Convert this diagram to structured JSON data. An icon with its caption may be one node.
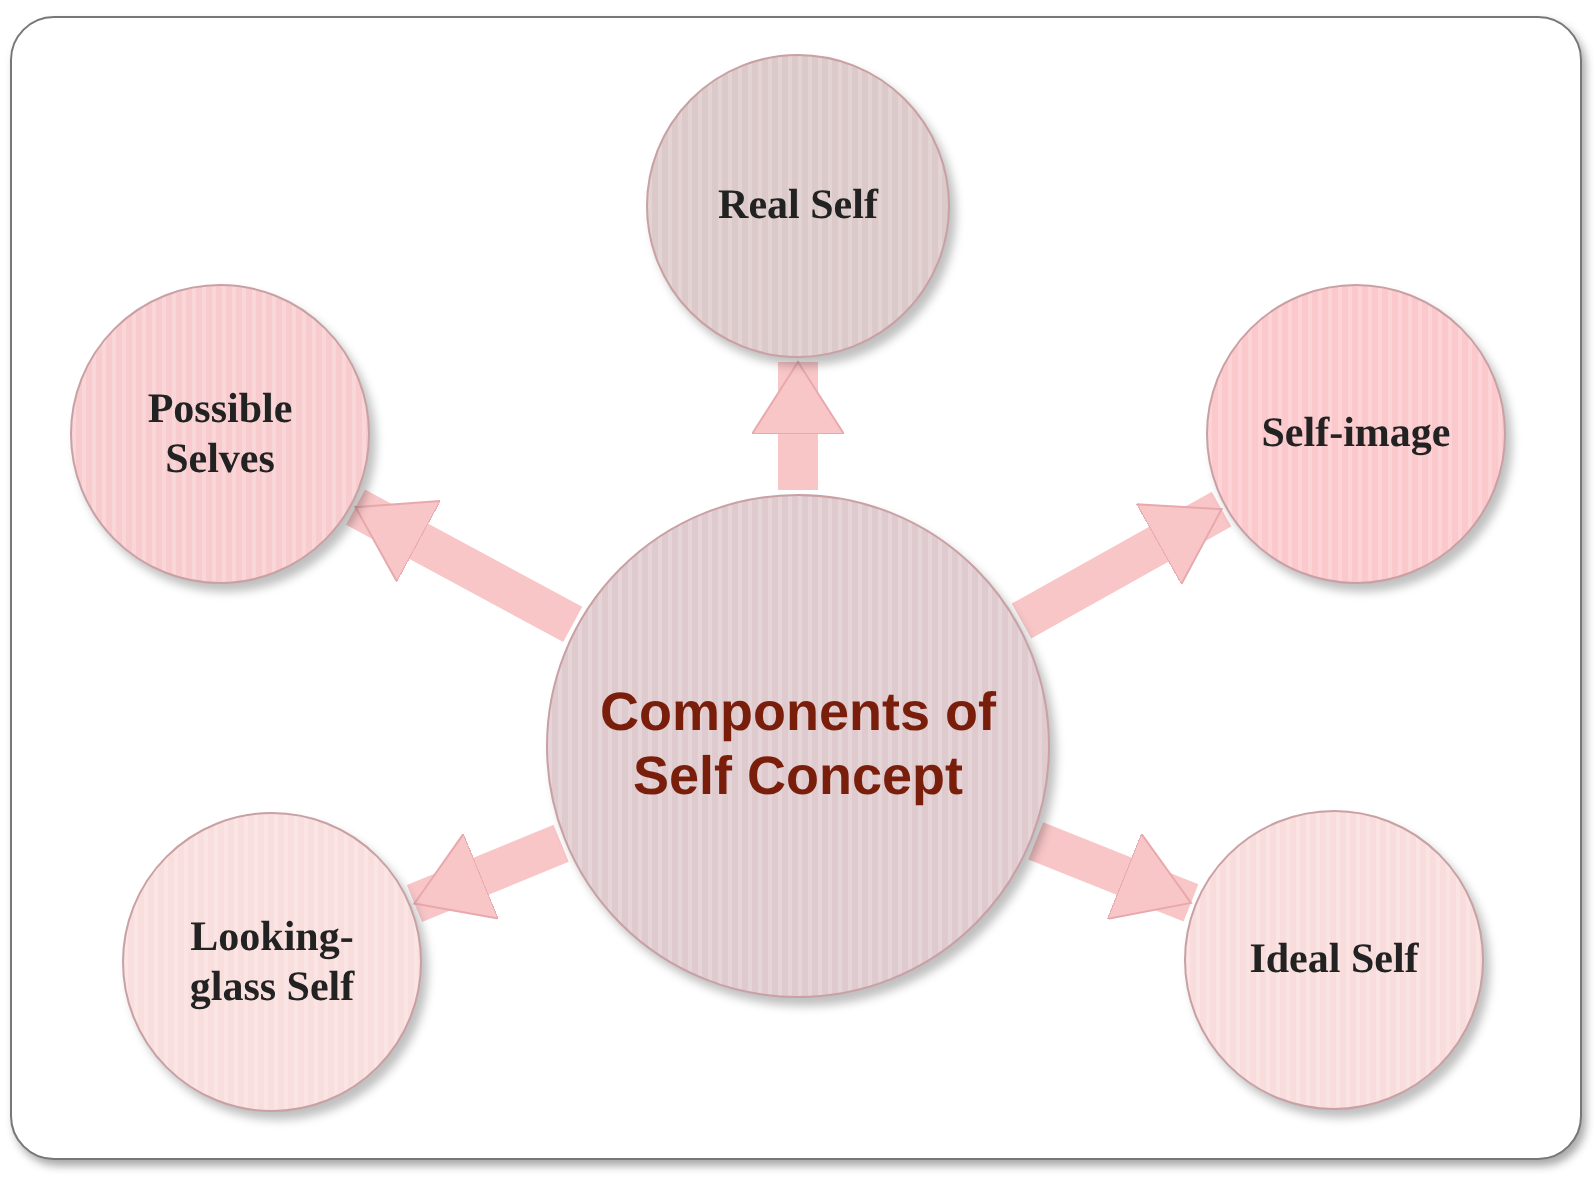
{
  "diagram": {
    "nodes": [
      {
        "text": [
          "Real Self"
        ]
      },
      {
        "text": [
          "Possible Selves"
        ]
      },
      {
        "text": [
          "Self-image"
        ]
      },
      {
        "text": [
          "Components of Self Concept"
        ]
      },
      {
        "text": [
          "Looking-glass Self"
        ]
      },
      {
        "text": [
          "Ideal Self"
        ]
      }
    ],
    "edges": [
      {
        "from": 3,
        "to": 0,
        "arrow": "to"
      },
      {
        "from": 3,
        "to": 1,
        "arrow": "to"
      },
      {
        "from": 3,
        "to": 2,
        "arrow": "to"
      },
      {
        "from": 3,
        "to": 4,
        "arrow": "to"
      },
      {
        "from": 3,
        "to": 5,
        "arrow": "to"
      }
    ]
  }
}
